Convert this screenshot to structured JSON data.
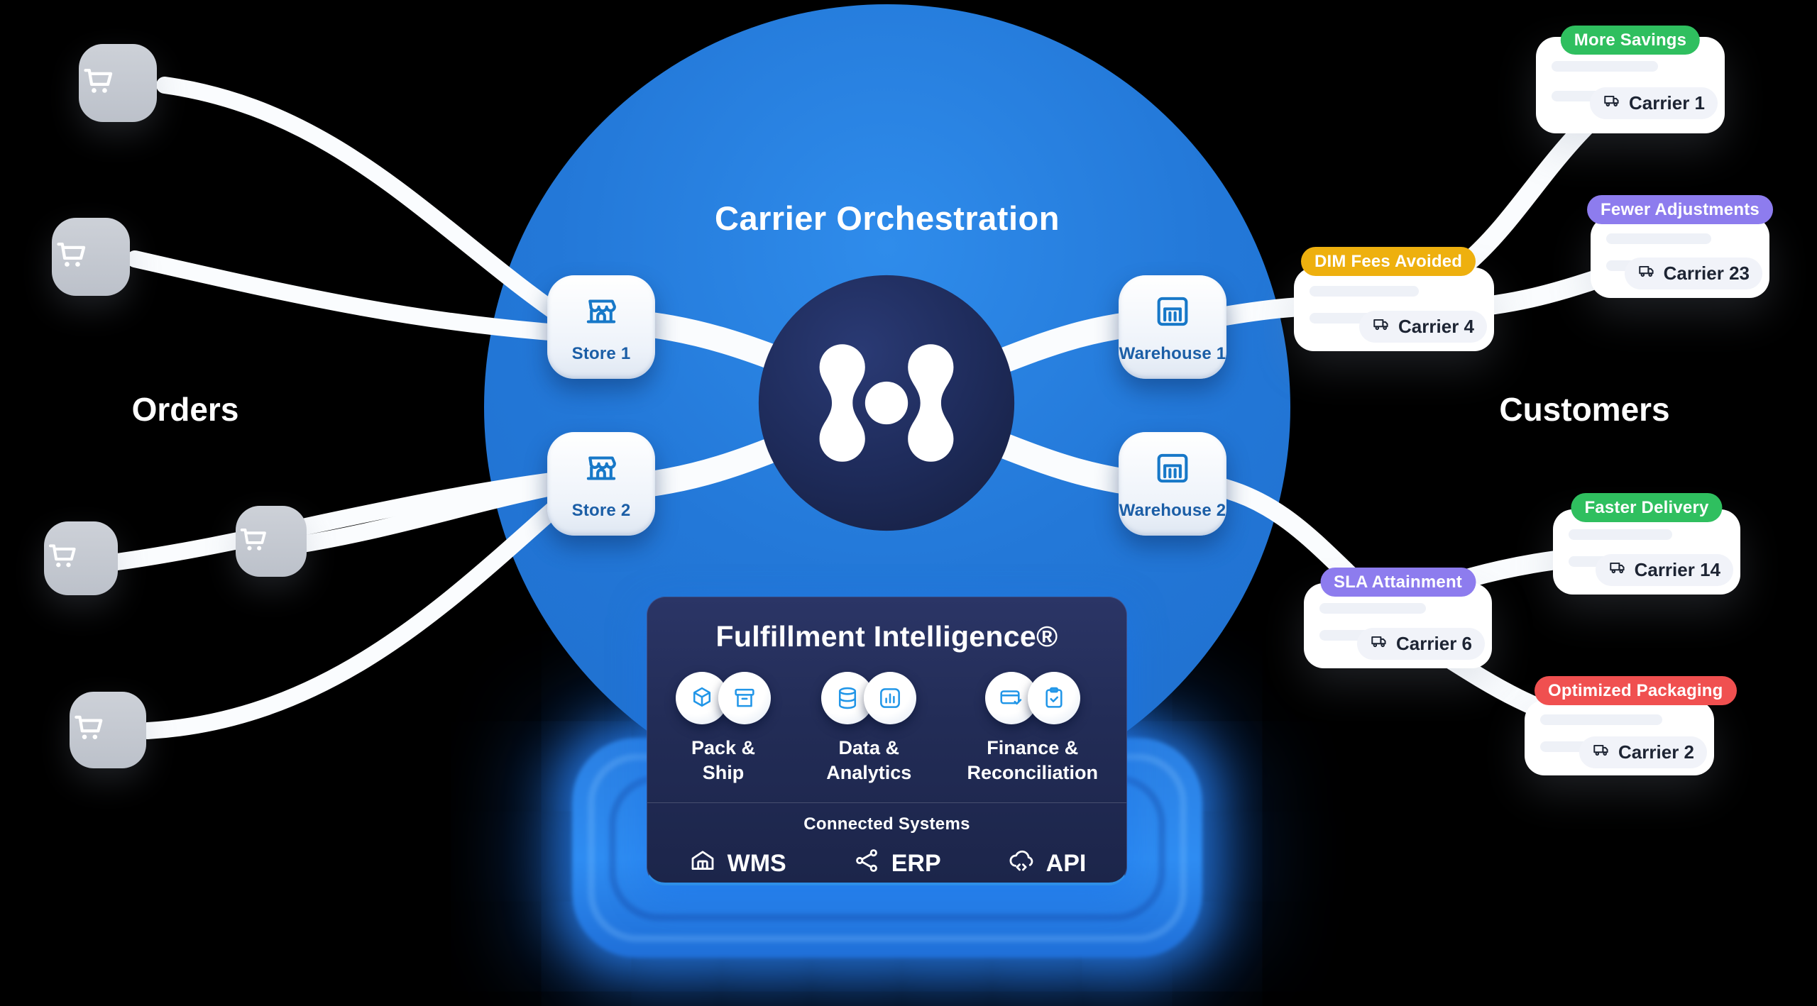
{
  "title": "Carrier Orchestration",
  "left_label": "Orders",
  "right_label": "Customers",
  "stores": [
    {
      "label": "Store 1"
    },
    {
      "label": "Store 2"
    }
  ],
  "warehouses": [
    {
      "label": "Warehouse 1"
    },
    {
      "label": "Warehouse 2"
    }
  ],
  "carrier_cards": [
    {
      "badge": "More Savings",
      "badge_color": "#2fbf5f",
      "carrier": "Carrier 1"
    },
    {
      "badge": "Fewer Adjustments",
      "badge_color": "#8d7cee",
      "carrier": "Carrier 23"
    },
    {
      "badge": "DIM Fees Avoided",
      "badge_color": "#eeb00e",
      "carrier": "Carrier 4"
    },
    {
      "badge": "Faster Delivery",
      "badge_color": "#2fbf5f",
      "carrier": "Carrier 14"
    },
    {
      "badge": "SLA Attainment",
      "badge_color": "#8d7cee",
      "carrier": "Carrier 6"
    },
    {
      "badge": "Optimized Packaging",
      "badge_color": "#f05050",
      "carrier": "Carrier 2"
    }
  ],
  "fulfillment": {
    "title": "Fulfillment Intelligence®",
    "capabilities": [
      {
        "line1": "Pack &",
        "line2": "Ship"
      },
      {
        "line1": "Data &",
        "line2": "Analytics"
      },
      {
        "line1": "Finance &",
        "line2": "Reconciliation"
      }
    ],
    "connected_systems_label": "Connected Systems",
    "systems": [
      {
        "label": "WMS"
      },
      {
        "label": "ERP"
      },
      {
        "label": "API"
      }
    ]
  },
  "colors": {
    "orb_blue": "#2378d8",
    "glow_blue": "#2b8cf5",
    "logo_navy": "#1e2b5a",
    "panel_navy": "#222c56",
    "node_icon_blue": "#1778c8",
    "node_label_blue": "#1b5ea6",
    "cart_gray": "#c3c8d0",
    "badge_green": "#2fbf5f",
    "badge_purple": "#8d7cee",
    "badge_amber": "#eeb00e",
    "badge_red": "#f05050"
  }
}
